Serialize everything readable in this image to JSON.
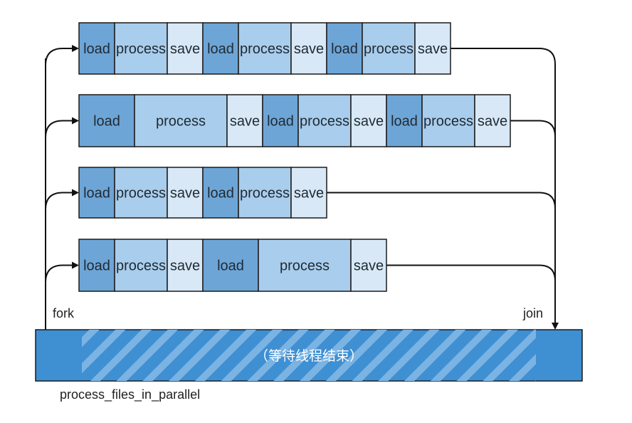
{
  "colors": {
    "load": "#6ea5d7",
    "process": "#a9cdec",
    "save": "#d8e8f6",
    "main_bar": "#3f8fd3",
    "main_hatch": "#7bb3e3",
    "border": "#1a1a1a",
    "line": "#111111"
  },
  "threads": [
    {
      "segments": [
        {
          "kind": "load",
          "label": "load"
        },
        {
          "kind": "process",
          "label": "process"
        },
        {
          "kind": "save",
          "label": "save"
        },
        {
          "kind": "load",
          "label": "load"
        },
        {
          "kind": "process",
          "label": "process"
        },
        {
          "kind": "save",
          "label": "save"
        },
        {
          "kind": "load",
          "label": "load"
        },
        {
          "kind": "process",
          "label": "process"
        },
        {
          "kind": "save",
          "label": "save"
        }
      ]
    },
    {
      "segments": [
        {
          "kind": "load",
          "label": "load"
        },
        {
          "kind": "process",
          "label": "process"
        },
        {
          "kind": "save",
          "label": "save"
        },
        {
          "kind": "load",
          "label": "load"
        },
        {
          "kind": "process",
          "label": "process"
        },
        {
          "kind": "save",
          "label": "save"
        },
        {
          "kind": "load",
          "label": "load"
        },
        {
          "kind": "process",
          "label": "process"
        },
        {
          "kind": "save",
          "label": "save"
        }
      ]
    },
    {
      "segments": [
        {
          "kind": "load",
          "label": "load"
        },
        {
          "kind": "process",
          "label": "process"
        },
        {
          "kind": "save",
          "label": "save"
        },
        {
          "kind": "load",
          "label": "load"
        },
        {
          "kind": "process",
          "label": "process"
        },
        {
          "kind": "save",
          "label": "save"
        }
      ]
    },
    {
      "segments": [
        {
          "kind": "load",
          "label": "load"
        },
        {
          "kind": "process",
          "label": "process"
        },
        {
          "kind": "save",
          "label": "save"
        },
        {
          "kind": "load",
          "label": "load"
        },
        {
          "kind": "process",
          "label": "process"
        },
        {
          "kind": "save",
          "label": "save"
        }
      ]
    }
  ],
  "labels": {
    "fork": "fork",
    "join": "join",
    "main_text": "（等待线程结束）",
    "function_name": "process_files_in_parallel"
  }
}
